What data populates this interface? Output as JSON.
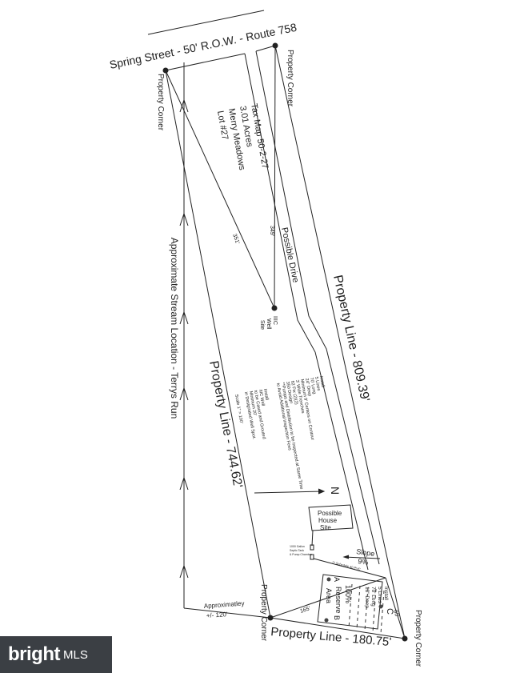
{
  "street": "Spring Street - 50' R.O.W. - Route 758",
  "corner_label": "Property Corner",
  "lot_info": [
    "Tax Map 50-2-27",
    "3.01 Acres",
    "Merry Meadows",
    "Lot #27"
  ],
  "possible_drive": "Possible Drive",
  "well_site": [
    "IIIC",
    "Well",
    "Site"
  ],
  "dist_351": "351'",
  "dist_349": "349'",
  "dist_165": "165'",
  "dist_85": "85'",
  "property_line_right": "Property Line - 809.39'",
  "property_line_left": "Property Line - 744.62'",
  "property_line_bottom": "Property Line - 180.75'",
  "stream": "Approximate Stream Location - Terrys Run",
  "approx": [
    "Approximatley",
    "+/- 120'"
  ],
  "notes_system": [
    "Install",
    "5 Lines",
    "70' Long",
    "24\" Deep",
    "Minimum 9' Centers on Contour",
    "3' Wide Trenches",
    "62 Ftx (2)(2)",
    "350 Design",
    "**Pumps and Distribution to be Inspected at Same Time",
    "to Avoid Additional Inspection Fees"
  ],
  "notes_well": [
    "Install",
    "IIIC Well",
    "to be Cased and Grouted",
    "Minimum 20'",
    "in Designated Well Spot."
  ],
  "scale": "Scale 1\" = 100'",
  "north": "N",
  "house": [
    "Possible",
    "House",
    "Site"
  ],
  "tank": [
    "1000 Gallon",
    "Septic Tank",
    "& Pump Chamber"
  ],
  "pipe": "2\" Schedule 40 PVC",
  "slope": [
    "Slope",
    "9%"
  ],
  "reserve": [
    "A",
    "Reserve",
    "B",
    "Area",
    "100%"
  ],
  "drainfield": [
    "Install",
    "5 Lines",
    "70' Long",
    "18\" Deep",
    "C"
  ],
  "brand": {
    "name": "bright",
    "suffix": "MLS"
  }
}
